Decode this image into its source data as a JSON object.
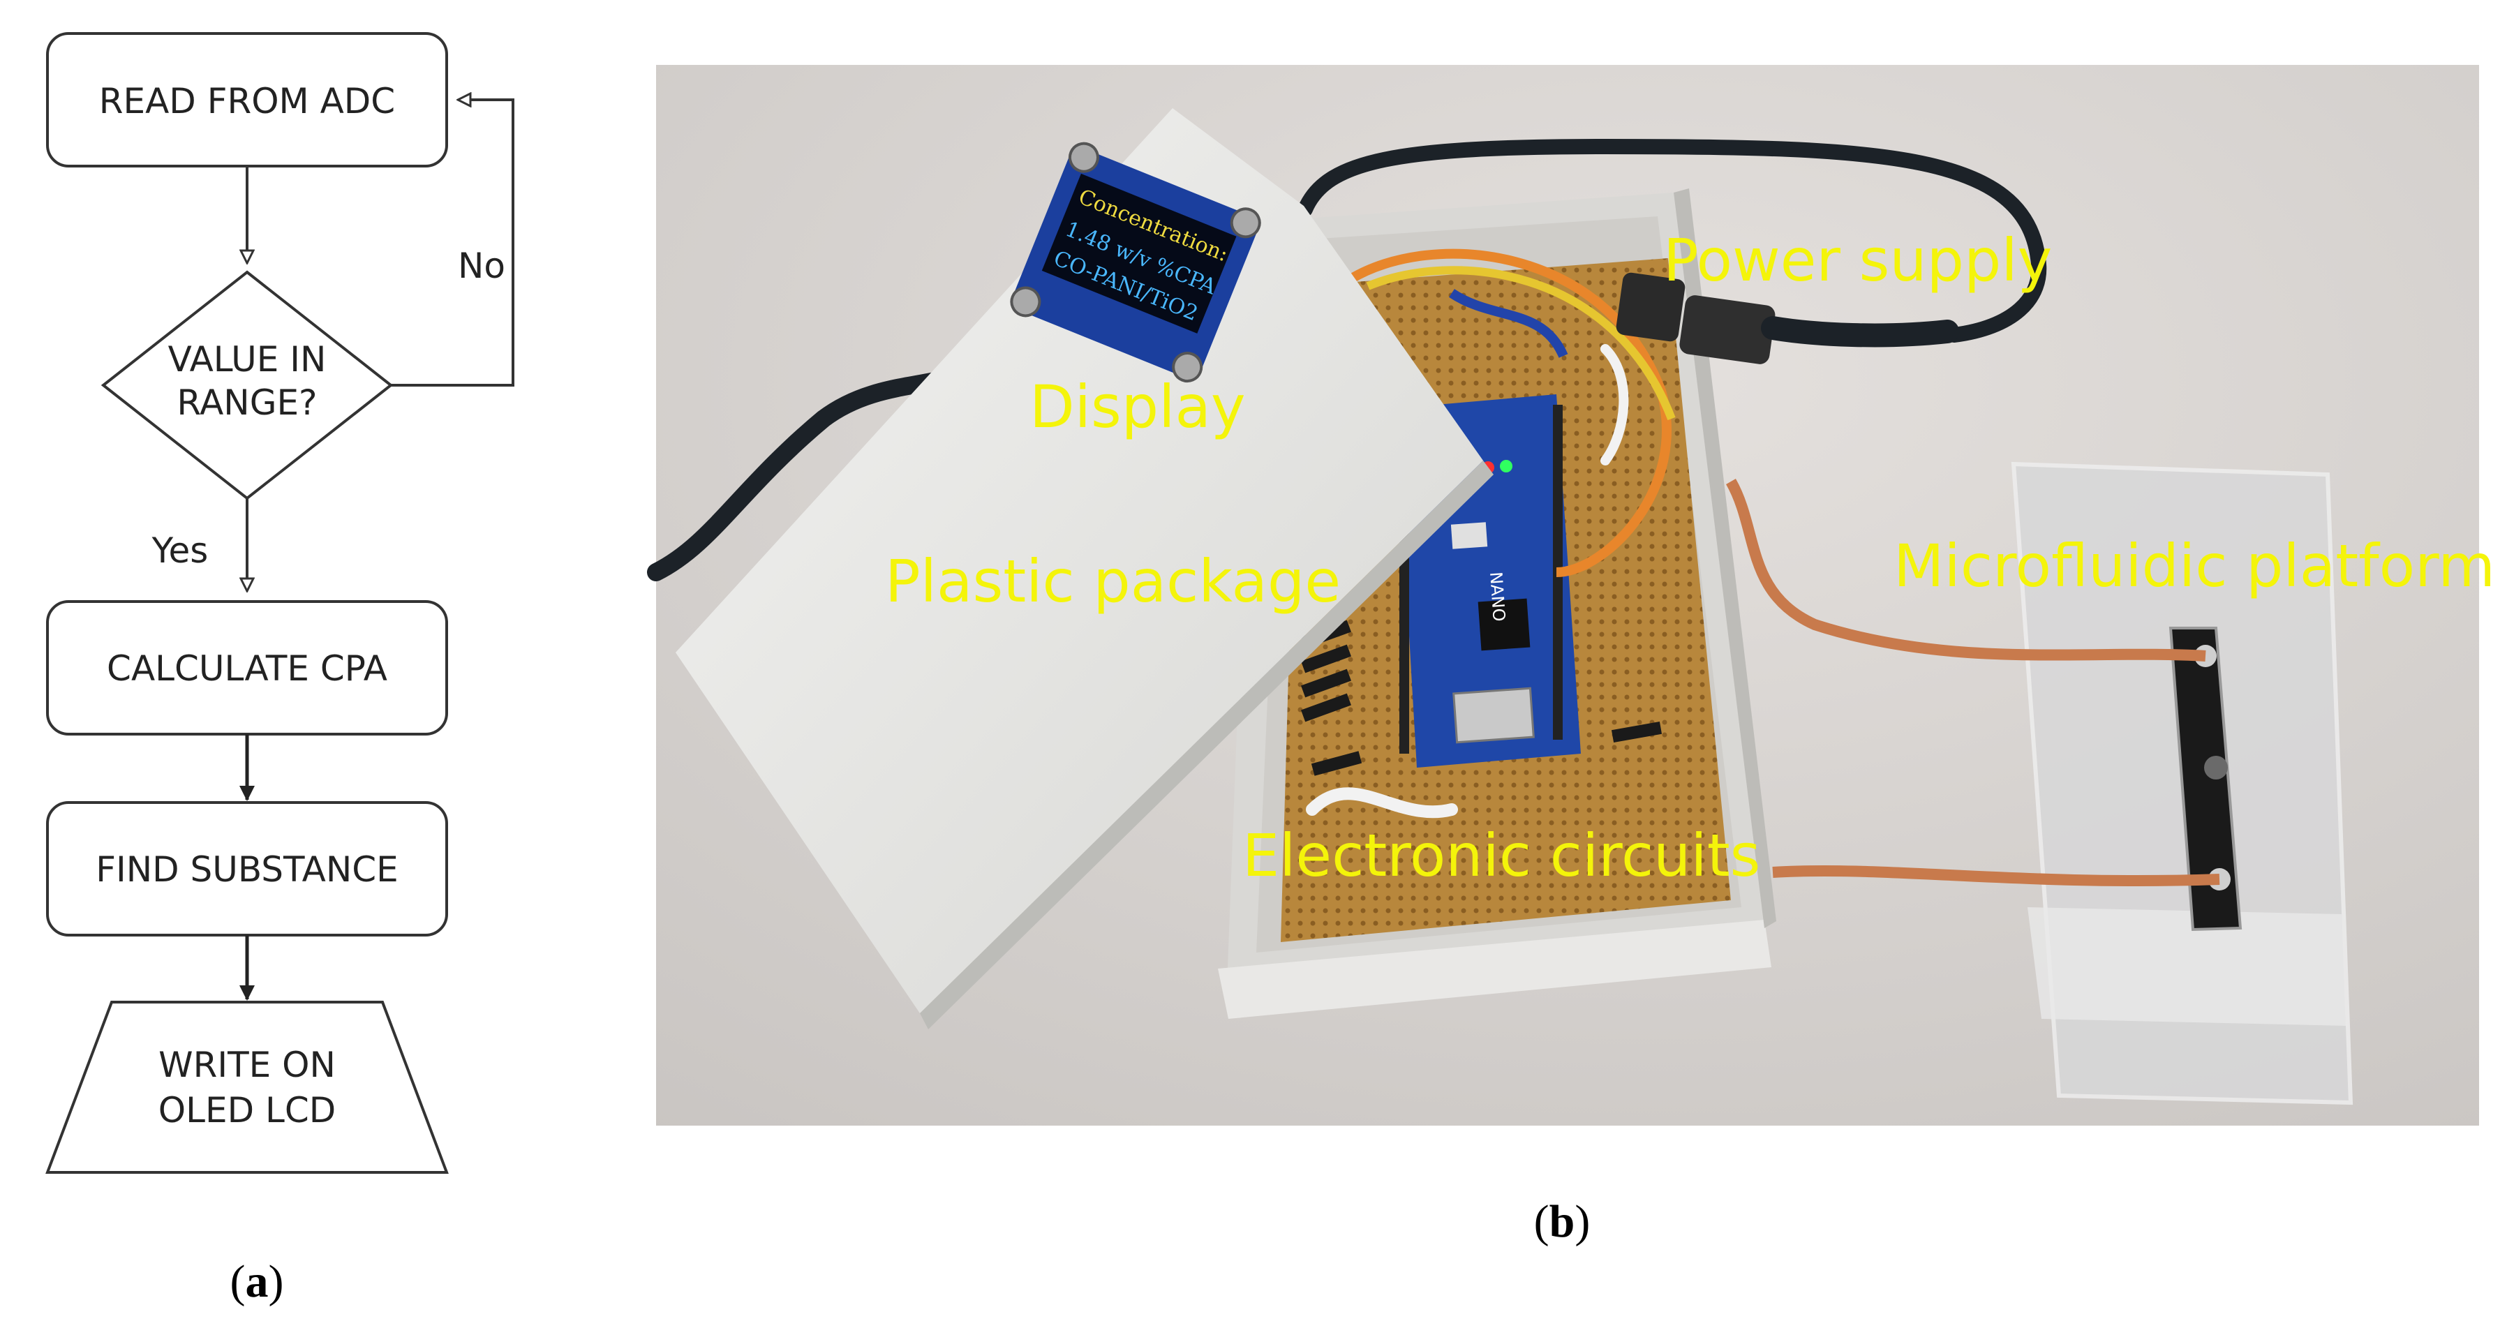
{
  "panel_a": {
    "caption_open": "(",
    "caption_letter": "a",
    "caption_close": ")",
    "steps": {
      "read": "READ FROM ADC",
      "decision_line1": "VALUE IN",
      "decision_line2": "RANGE?",
      "calculate": "CALCULATE CPA",
      "find": "FIND SUBSTANCE",
      "write_line1": "WRITE ON",
      "write_line2": "OLED LCD"
    },
    "edge_labels": {
      "no": "No",
      "yes": "Yes"
    }
  },
  "panel_b": {
    "caption_open": "(",
    "caption_letter": "b",
    "caption_close": ")",
    "labels": {
      "display": "Display",
      "plastic_package": "Plastic package",
      "power_supply": "Power supply",
      "microfluidic_platform": "Microfluidic platform",
      "electronic_circuits": "Electronic circuits"
    },
    "oled_screen": {
      "line1": "Concentration:",
      "line2": "1.48 w/v %CPA",
      "line3": "CO-PANI/TiO2"
    },
    "board_marking": "NANO"
  },
  "colors": {
    "label_yellow": "#f4f40a",
    "flow_stroke": "#333333",
    "pcb_blue": "#1f47a8",
    "copper": "#c87a4c"
  }
}
